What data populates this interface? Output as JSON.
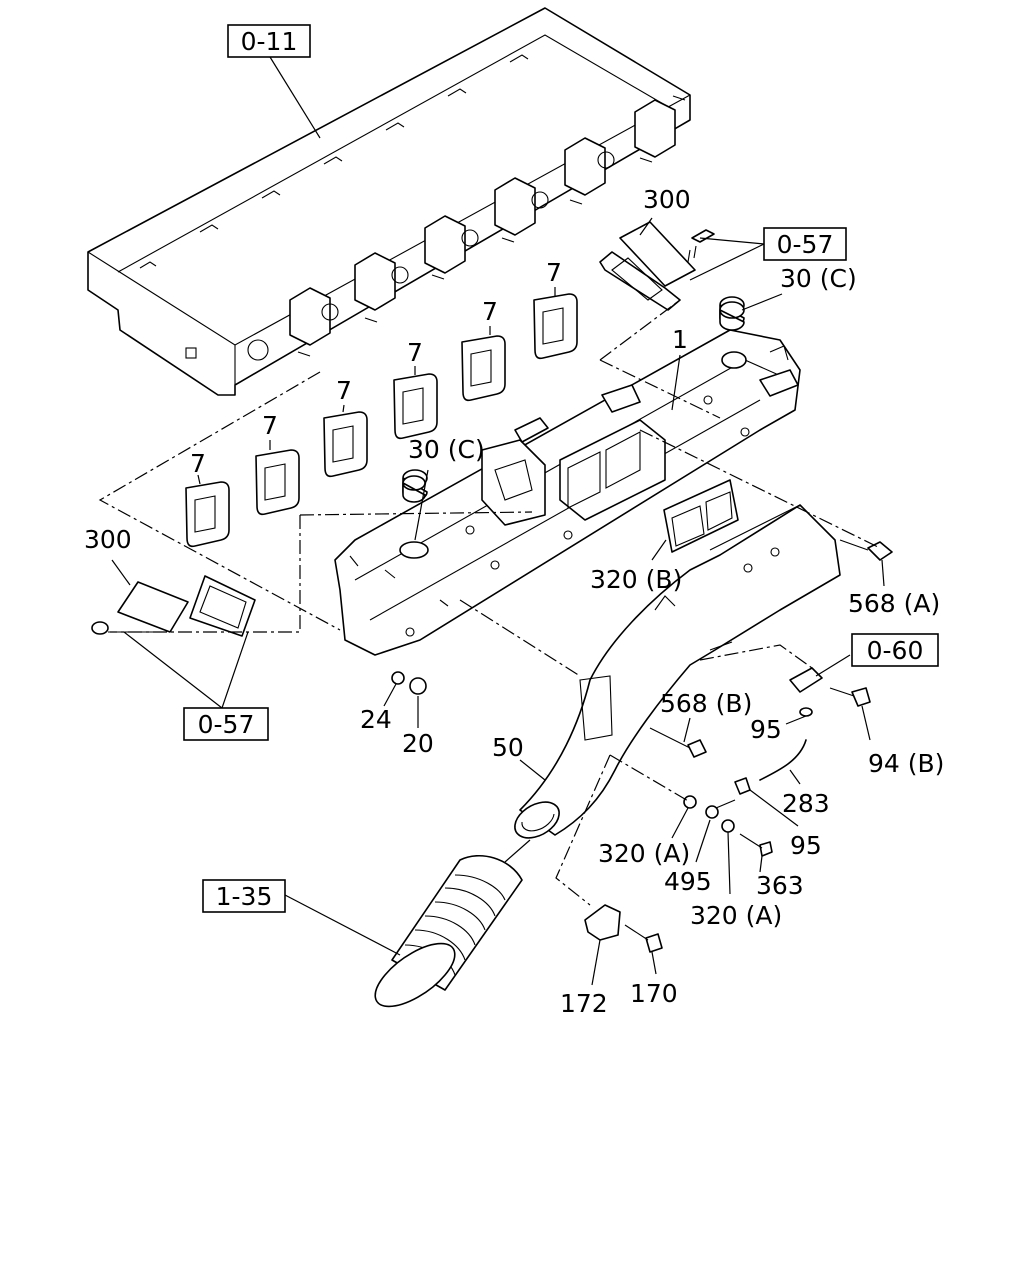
{
  "references": [
    {
      "id": "ref-0-11-top",
      "text": "0-11"
    },
    {
      "id": "ref-0-57-right",
      "text": "0-57"
    },
    {
      "id": "ref-0-57-left",
      "text": "0-57"
    },
    {
      "id": "ref-0-60",
      "text": "0-60"
    },
    {
      "id": "ref-1-35",
      "text": "1-35"
    }
  ],
  "callouts": [
    {
      "id": "c300a",
      "text": "300"
    },
    {
      "id": "c30ca",
      "text": "30 (C)"
    },
    {
      "id": "c1",
      "text": "1"
    },
    {
      "id": "c7a",
      "text": "7"
    },
    {
      "id": "c7b",
      "text": "7"
    },
    {
      "id": "c7c",
      "text": "7"
    },
    {
      "id": "c7d",
      "text": "7"
    },
    {
      "id": "c7e",
      "text": "7"
    },
    {
      "id": "c7f",
      "text": "7"
    },
    {
      "id": "c30cb",
      "text": "30 (C)"
    },
    {
      "id": "c300b",
      "text": "300"
    },
    {
      "id": "c320b",
      "text": "320 (B)"
    },
    {
      "id": "c568a",
      "text": "568 (A)"
    },
    {
      "id": "c568b",
      "text": "568 (B)"
    },
    {
      "id": "c95a",
      "text": "95"
    },
    {
      "id": "c94b",
      "text": "94 (B)"
    },
    {
      "id": "c24",
      "text": "24"
    },
    {
      "id": "c20",
      "text": "20"
    },
    {
      "id": "c50",
      "text": "50"
    },
    {
      "id": "c283",
      "text": "283"
    },
    {
      "id": "c95b",
      "text": "95"
    },
    {
      "id": "c320a1",
      "text": "320 (A)"
    },
    {
      "id": "c495",
      "text": "495"
    },
    {
      "id": "c363",
      "text": "363"
    },
    {
      "id": "c320a2",
      "text": "320 (A)"
    },
    {
      "id": "c172",
      "text": "172"
    },
    {
      "id": "c170",
      "text": "170"
    }
  ]
}
